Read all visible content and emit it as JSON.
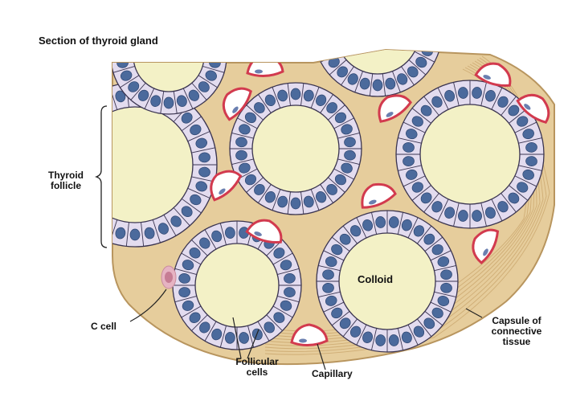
{
  "title": "Section of thyroid gland",
  "labels": {
    "thyroid_follicle": [
      "Thyroid",
      "follicle"
    ],
    "colloid": "Colloid",
    "c_cell": "C cell",
    "follicular_cells": [
      "Follicular",
      "cells"
    ],
    "capillary": "Capillary",
    "capsule": [
      "Capsule of",
      "connective",
      "tissue"
    ]
  },
  "colors": {
    "connective_tissue": "#e6cd9c",
    "capsule_border": "#b8955e",
    "follicle_cell": "#e3dcef",
    "cell_outline": "#3a3450",
    "nucleus": "#4b6a9c",
    "colloid": "#f3f1c6",
    "capillary_wall": "#d23a4e",
    "c_cell": "#e6b3c2"
  }
}
